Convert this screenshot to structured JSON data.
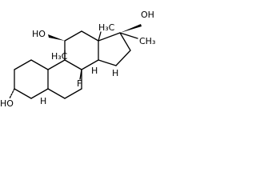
{
  "labels": {
    "oh_top": "OH",
    "oh_c11": "HO",
    "oh_c3": "HO",
    "fluorine": "F",
    "h_c5": "H",
    "h_c8": "H",
    "h_c14": "H",
    "methyl_c13": "H₃C",
    "methyl_c10": "H₃C",
    "methyl_c17": "CH₃"
  },
  "colors": {
    "bond": "#000000",
    "text": "#000000",
    "background": "#ffffff"
  }
}
